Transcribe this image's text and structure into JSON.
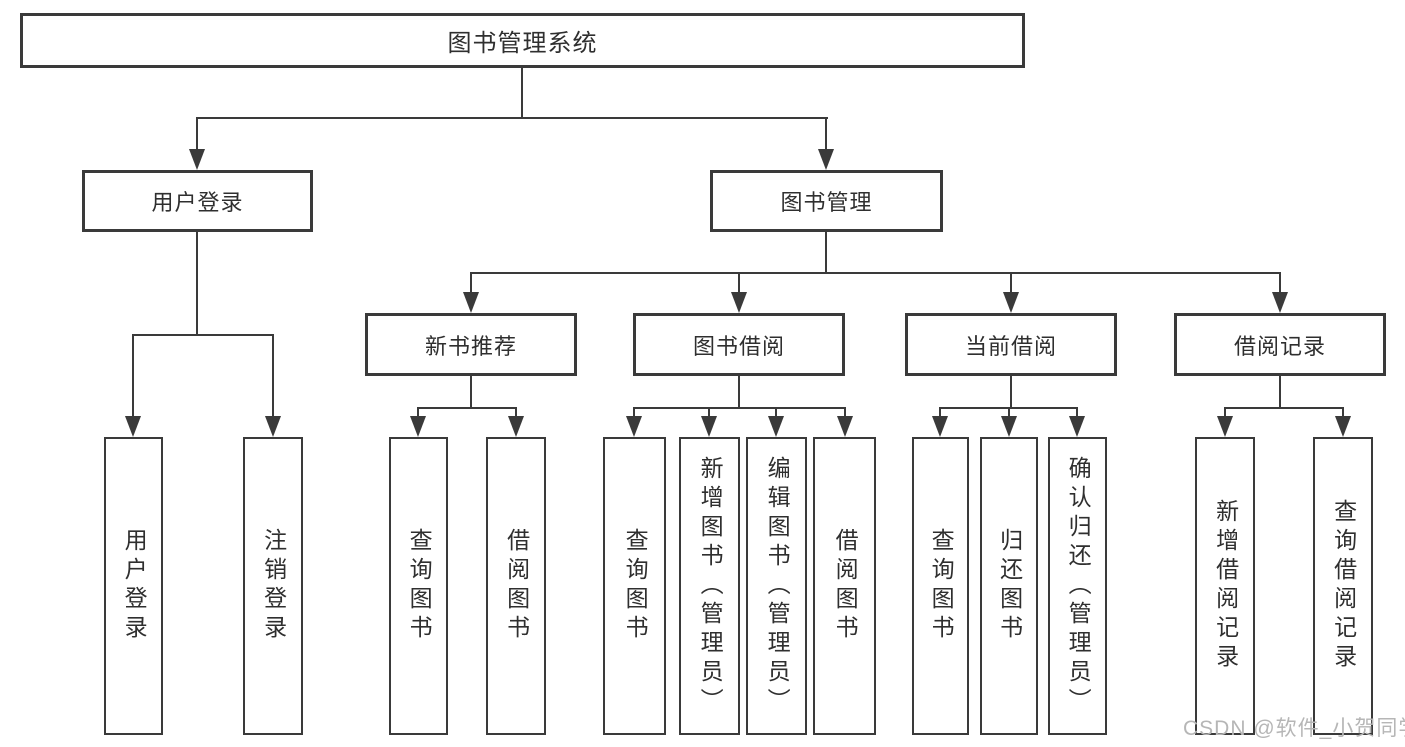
{
  "root_label": "图书管理系统",
  "level2": {
    "user_login": {
      "label": "用户登录",
      "children": [
        "用户登录",
        "注销登录"
      ]
    },
    "book_mgmt": {
      "label": "图书管理"
    }
  },
  "level3": {
    "new_books": {
      "label": "新书推荐",
      "children": [
        "查询图书",
        "借阅图书"
      ]
    },
    "book_borrow": {
      "label": "图书借阅",
      "children": [
        "查询图书",
        "新增图书（管理员）",
        "编辑图书（管理员）",
        "借阅图书"
      ]
    },
    "current_borrow": {
      "label": "当前借阅",
      "children": [
        "查询图书",
        "归还图书",
        "确认归还（管理员）"
      ]
    },
    "borrow_records": {
      "label": "借阅记录",
      "children": [
        "新增借阅记录",
        "查询借阅记录"
      ]
    }
  },
  "watermark": "CSDN @软件_小贺同学",
  "colors": {
    "line": "#3a3a3a",
    "text": "#2f2f2f",
    "background": "#ffffff",
    "watermark": "#b6b6b6"
  }
}
